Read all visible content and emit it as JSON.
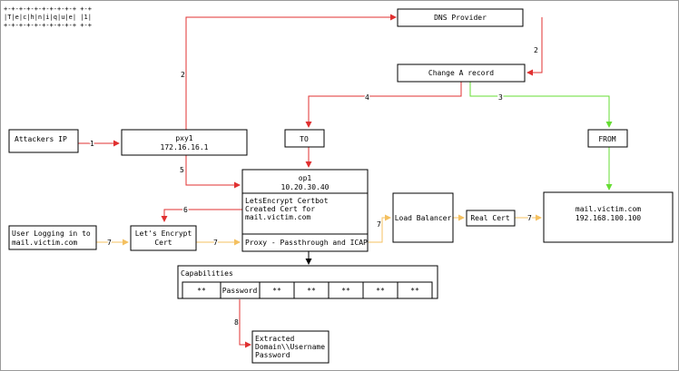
{
  "banner": {
    "line1": "+-+-+-+-+-+-+-+-+-+ +-+",
    "line2": "|T|e|c|h|n|i|q|u|e| |1|",
    "line3": "+-+-+-+-+-+-+-+-+-+ +-+"
  },
  "nodes": {
    "dns_provider": "DNS Provider",
    "change_a_record": "Change A record",
    "attackers_ip": "Attackers IP",
    "pxy1_name": "pxy1",
    "pxy1_ip": "172.16.16.1",
    "to": "TO",
    "from": "FROM",
    "op1_name": "op1",
    "op1_ip": "10.20.30.40",
    "certbot_line1": "LetsEncrypt Certbot",
    "certbot_line2": "Created Cert for",
    "certbot_line3": "mail.victim.com",
    "proxy": "Proxy - Passthrough and ICAP",
    "load_balancer": "Load Balancer",
    "real_cert": "Real Cert",
    "mail_host": "mail.victim.com",
    "mail_ip": "192.168.100.100",
    "user_line1": "User Logging in to",
    "user_line2": "mail.victim.com",
    "lets_encrypt_line1": "Let's Encrypt",
    "lets_encrypt_line2": "Cert",
    "capabilities": "Capabilities",
    "cells": [
      "**",
      "Password",
      "**",
      "**",
      "**",
      "**",
      "**"
    ],
    "extracted_line1": "Extracted",
    "extracted_line2": "Domain\\\\Username",
    "extracted_line3": "Password"
  },
  "edge_labels": {
    "e1": "1",
    "e2a": "2",
    "e2b": "2",
    "e3": "3",
    "e4": "4",
    "e5": "5",
    "e6": "6",
    "e7a": "7",
    "e7b": "7",
    "e7c": "7",
    "e7d": "7",
    "e8": "8"
  },
  "colors": {
    "red_edge": "#e03030",
    "green_edge": "#66dd33",
    "orange_edge": "#f4c060",
    "black_edge": "#000000"
  }
}
